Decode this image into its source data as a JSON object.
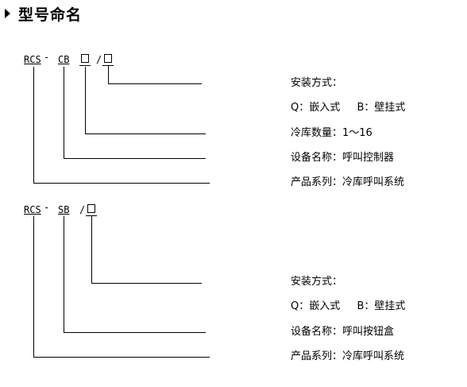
{
  "heading": {
    "icon": "triangle-right-icon",
    "title": "型号命名"
  },
  "model1": {
    "prefix": "RCS",
    "dash": "-",
    "code": "CB",
    "slash": "/",
    "labels": {
      "install_method": "安装方式：",
      "install_options": "Q：嵌入式　  B：壁挂式",
      "storage_count": "冷库数量：1～16",
      "device_name": "设备名称：呼叫控制器",
      "product_series": "产品系列：冷库呼叫系统"
    }
  },
  "model2": {
    "prefix": "RCS",
    "dash": "-",
    "code": "SB",
    "slash": "/",
    "labels": {
      "install_method": "安装方式：",
      "install_options": "Q：嵌入式　  B：壁挂式",
      "device_name": "设备名称：呼叫按钮盒",
      "product_series": "产品系列：冷库呼叫系统"
    }
  }
}
